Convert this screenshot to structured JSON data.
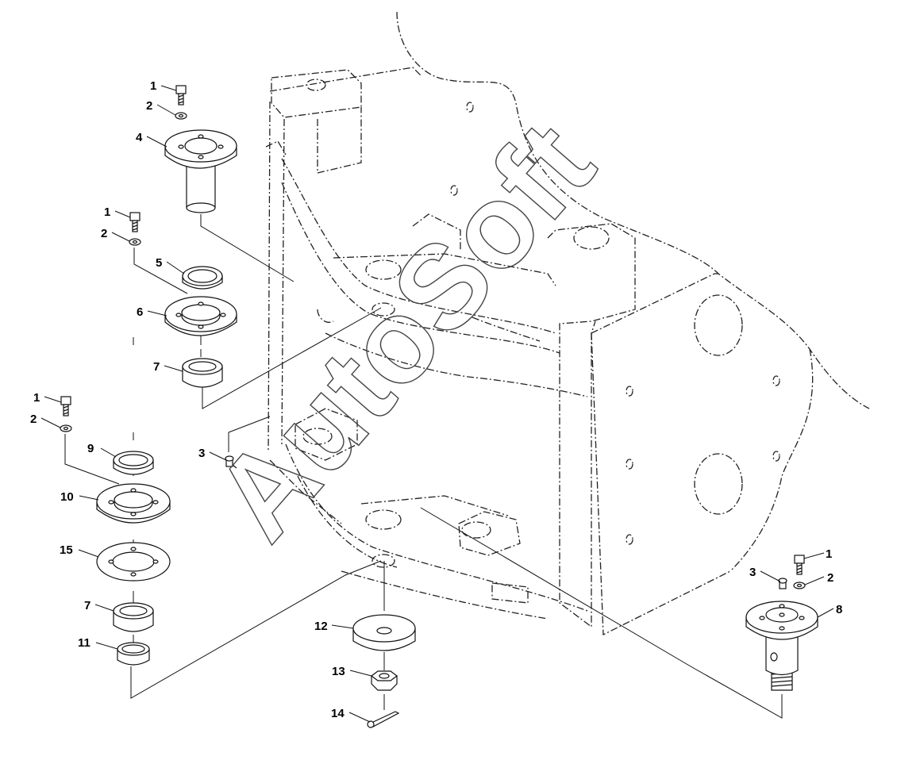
{
  "watermark": "AutoSoft",
  "labels": {
    "l1a": "1",
    "l2a": "2",
    "l4": "4",
    "l1b": "1",
    "l2b": "2",
    "l5": "5",
    "l6": "6",
    "l7a": "7",
    "l1c": "1",
    "l2c": "2",
    "l9": "9",
    "l10": "10",
    "l15": "15",
    "l7b": "7",
    "l11": "11",
    "l3a": "3",
    "l12": "12",
    "l13": "13",
    "l14": "14",
    "l1d": "1",
    "l3b": "3",
    "l2d": "2",
    "l8": "8"
  }
}
